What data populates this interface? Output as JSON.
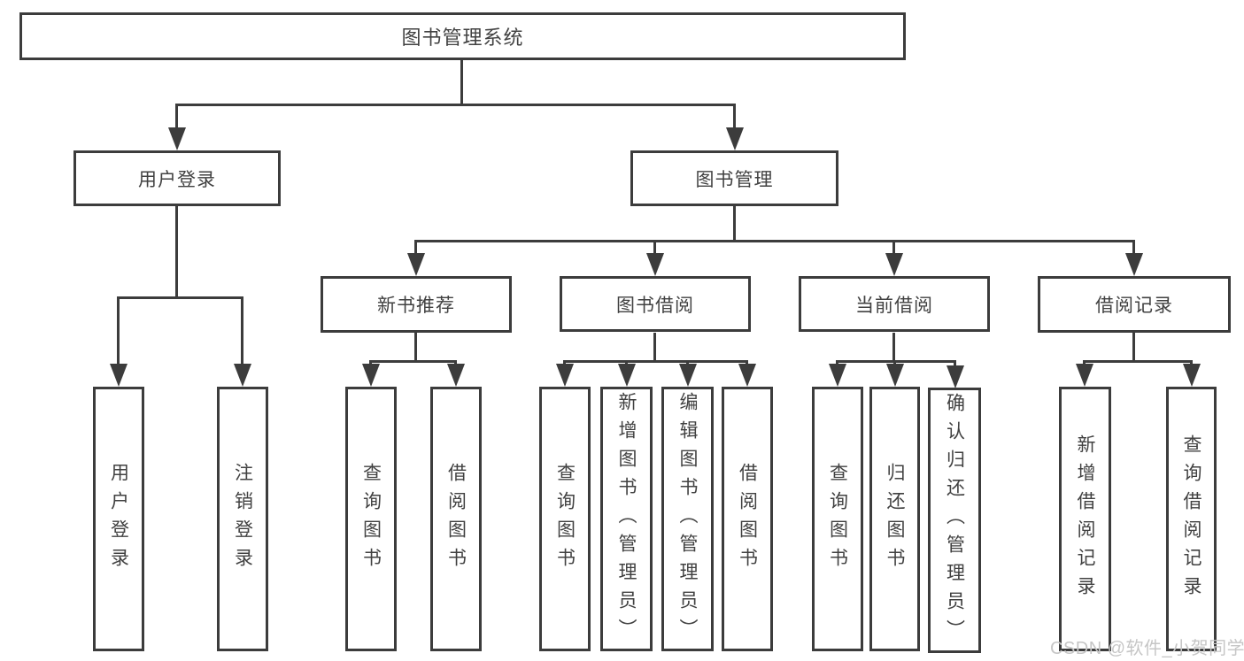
{
  "diagram": {
    "title": "图书管理系统",
    "type": "function-structure-tree",
    "colors": {
      "line": "#3c3c3c",
      "text": "#414141",
      "background": "#ffffff",
      "watermark": "#c6c6c6"
    },
    "nodes": {
      "root": "图书管理系统",
      "level2": {
        "user_login": "用户登录",
        "book_manage": "图书管理"
      },
      "level3": {
        "new_book_recommend": "新书推荐",
        "book_borrow": "图书借阅",
        "current_borrow": "当前借阅",
        "borrow_record": "借阅记录"
      },
      "leaves": {
        "user_login": "用户登录",
        "logout": "注销登录",
        "newbook_query": "查询图书",
        "newbook_borrow": "借阅图书",
        "borrow_query": "查询图书",
        "borrow_add_admin": "新增图书（管理员）",
        "borrow_edit_admin": "编辑图书（管理员）",
        "borrow_borrow": "借阅图书",
        "current_query": "查询图书",
        "current_return": "归还图书",
        "current_confirm_admin": "确认归还（管理员）",
        "record_add": "新增借阅记录",
        "record_query": "查询借阅记录"
      }
    },
    "watermark": "CSDN @软件_小贺同学"
  }
}
